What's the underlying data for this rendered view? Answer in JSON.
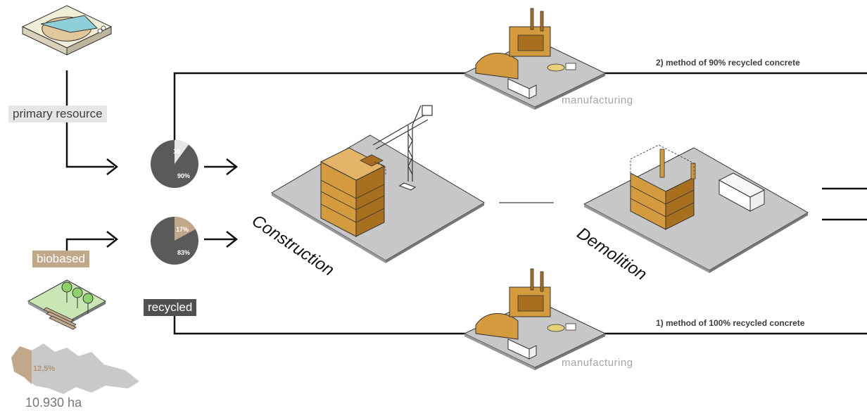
{
  "labels": {
    "primary_resource": "primary resource",
    "biobased": "biobased",
    "recycled": "recycled",
    "manufacturing_top": "manufacturing",
    "manufacturing_bottom": "manufacturing",
    "construction": "Construction",
    "demolition": "Demolition",
    "method_top": "2) method of 90% recycled concrete",
    "method_bottom": "1) method of 100% recycled concrete",
    "map_percent": "12,5%",
    "map_area": "10.930 ha"
  },
  "pies": [
    {
      "minor": 10,
      "major": 90,
      "minor_label": "10",
      "major_label": "90%",
      "minor_color": "#e6e6e6",
      "major_color": "#5a5a5a"
    },
    {
      "minor": 17,
      "major": 83,
      "minor_label": "17%",
      "major_label": "83%",
      "minor_color": "#c2a88a",
      "major_color": "#5a5a5a"
    }
  ],
  "colors": {
    "wood": "#d49a3e",
    "wood_dark": "#a8701e",
    "platform": "#c7c7c7",
    "line": "#111111",
    "tree": "#8fd16a"
  }
}
